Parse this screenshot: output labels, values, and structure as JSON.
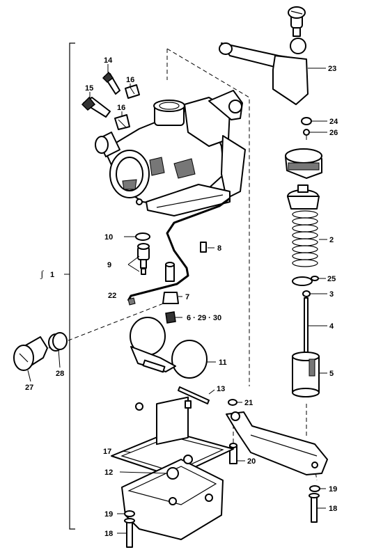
{
  "diagram": {
    "assembly_label": "1",
    "assembly_mark": "ʃ",
    "callouts": {
      "c1": "1",
      "c2": "2",
      "c3": "3",
      "c4": "4",
      "c5": "5",
      "c6": "6 · 29 · 30",
      "c7": "7",
      "c8": "8",
      "c9": "9",
      "c10": "10",
      "c11": "11",
      "c12": "12",
      "c13": "13",
      "c14": "14",
      "c15": "15",
      "c16a": "16",
      "c16b": "16",
      "c17": "17",
      "c18a": "18",
      "c18b": "18",
      "c19a": "19",
      "c19b": "19",
      "c20": "20",
      "c21": "21",
      "c22": "22",
      "c23": "23",
      "c24": "24",
      "c25": "25",
      "c26": "26",
      "c27": "27",
      "c28": "28"
    },
    "colors": {
      "ink": "#000000",
      "paper": "#ffffff",
      "shade": "#777777"
    }
  }
}
